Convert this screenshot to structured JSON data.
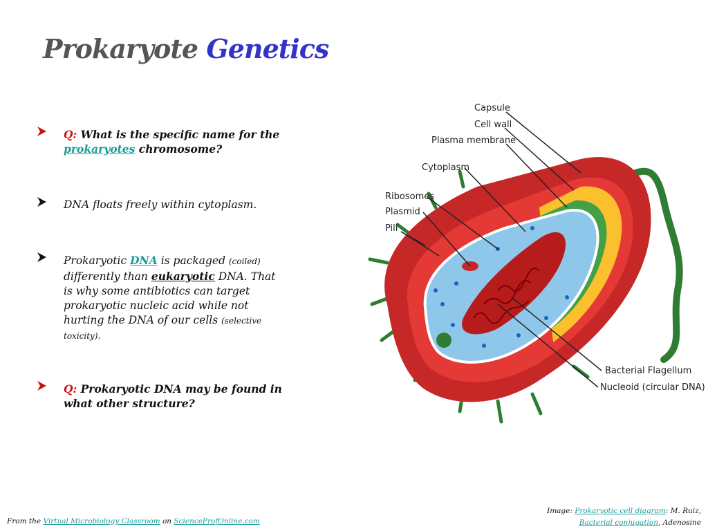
{
  "title": {
    "part1": "Prokaryote",
    "part2": "Genetics",
    "accent_color": "#3333cc"
  },
  "bullets": [
    {
      "q": "Q:",
      "text": "What is the specific name for the",
      "link": "prokaryotes",
      "after": "chromosome?"
    },
    {
      "text": "DNA floats freely within cytoplasm."
    },
    {
      "pre": "Prokaryotic",
      "link": "DNA",
      "mid": "is packaged",
      "small1": "(coiled)",
      "line2": "differently than",
      "ul": "eukaryotic",
      "line2b": "DNA. That is why some antibiotics can target prokaryotic nucleic acid while not hurting the DNA of our cells",
      "small2": "(selective toxicity)."
    },
    {
      "q": "Q:",
      "text": "Prokaryotic DNA may be found in what other structure?"
    }
  ],
  "diagram_labels": {
    "capsule": "Capsule",
    "cell_wall": "Cell wall",
    "plasma_membrane": "Plasma membrane",
    "cytoplasm": "Cytoplasm",
    "ribosomes": "Ribosomes",
    "plasmid": "Plasmid",
    "pili": "Pili",
    "flagellum": "Bacterial Flagellum",
    "nucleoid": "Nucleoid (circular DNA)"
  },
  "footer_left": {
    "pre": "From the",
    "link1": "Virtual Microbiology Classroom",
    "mid": "on",
    "link2": "ScienceProfOnline.com"
  },
  "footer_right": {
    "pre": "Image:",
    "link1": "Prokaryotic cell diagram",
    "mid": ": M. Ruiz,",
    "link2": "Bacterial conjugation",
    "post": ", Adenosine"
  }
}
